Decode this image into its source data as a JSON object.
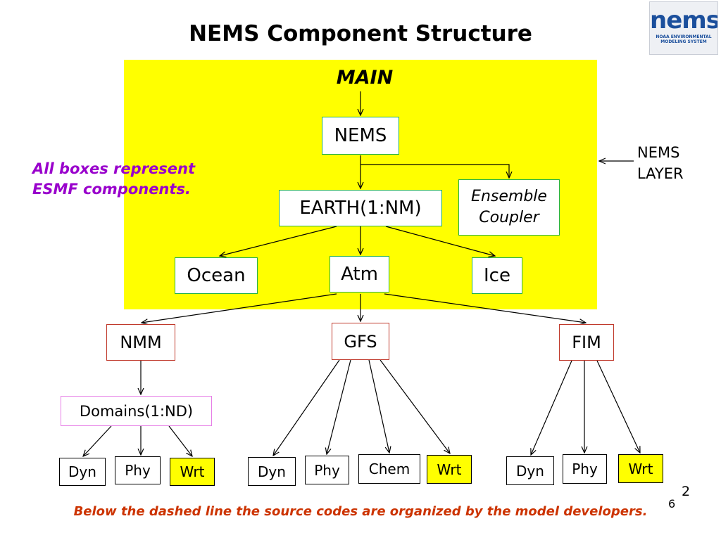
{
  "title": "NEMS Component Structure",
  "logo": {
    "mark": "nems",
    "sub_line1": "NOAA ENVIRONMENTAL",
    "sub_line2": "MODELING SYSTEM"
  },
  "diagram": {
    "main_label": "MAIN",
    "nems": "NEMS",
    "earth": "EARTH(1:NM)",
    "ensemble_line1": "Ensemble",
    "ensemble_line2": "Coupler",
    "ocean": "Ocean",
    "atm": "Atm",
    "ice": "Ice",
    "nmm": "NMM",
    "gfs": "GFS",
    "fim": "FIM",
    "domains": "Domains(1:ND)",
    "nmm_children": [
      "Dyn",
      "Phy",
      "Wrt"
    ],
    "gfs_children": [
      "Dyn",
      "Phy",
      "Chem",
      "Wrt"
    ],
    "fim_children": [
      "Dyn",
      "Phy",
      "Wrt"
    ]
  },
  "note": {
    "line1": "All boxes represent",
    "line2": "ESMF components."
  },
  "nems_layer": {
    "line1": "NEMS",
    "line2": "LAYER"
  },
  "footer": "Below the dashed line the source codes are organized by the model developers.",
  "slide_number_a": "2",
  "slide_number_b": "6",
  "colors": {
    "panel": "#ffff00",
    "note": "#9900cc",
    "footer": "#cc3300",
    "green_border": "#22b14c",
    "red_border": "#c0392b"
  }
}
